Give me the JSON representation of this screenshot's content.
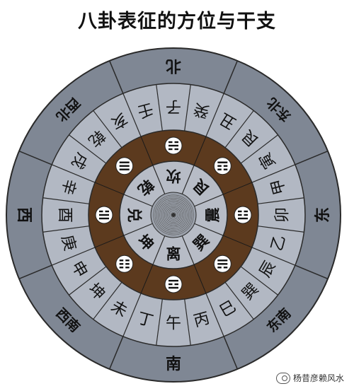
{
  "title": "八卦表征的方位与干支",
  "directions": [
    "南",
    "西南",
    "西",
    "西北",
    "北",
    "东北",
    "东",
    "东南"
  ],
  "branch_ring": [
    "午",
    "丁",
    "未",
    "坤",
    "申",
    "庚",
    "酉",
    "辛",
    "戌",
    "乾",
    "亥",
    "壬",
    "子",
    "癸",
    "丑",
    "艮",
    "寅",
    "甲",
    "卯",
    "乙",
    "辰",
    "巽",
    "巳",
    "丙"
  ],
  "trigram_names": [
    "离",
    "坤",
    "兑",
    "乾",
    "坎",
    "艮",
    "震",
    "巽"
  ],
  "watermark": "杨昔彦赖风水",
  "colors": {
    "outer_ring": "#7f8794",
    "middle_ring": "#b2b8c3",
    "brown_ring": "#5c3a1e",
    "inner_ring": "#b7bcc6",
    "center": "#9aa0aa",
    "lines": "#2a2a2a"
  }
}
